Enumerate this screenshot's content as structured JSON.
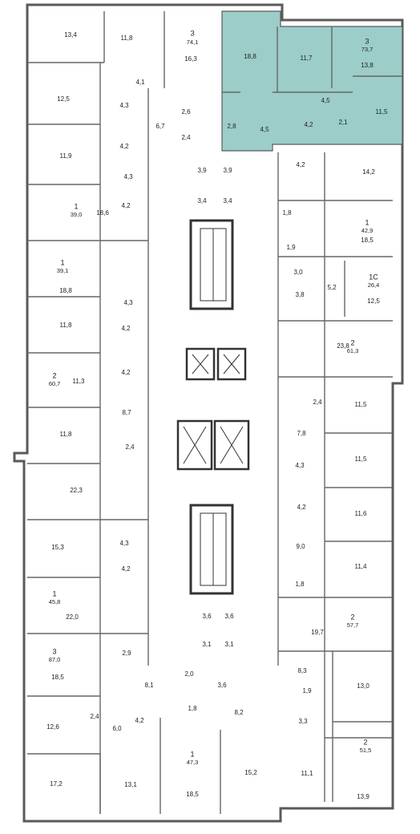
{
  "plan": {
    "highlight_color": "#9ccdc8",
    "wall_color": "#555555",
    "highlighted_apartment": {
      "rooms": "3",
      "area": "73,7"
    }
  },
  "apartments": [
    {
      "id": "a1",
      "rooms": "3",
      "area": "74,1"
    },
    {
      "id": "a2",
      "rooms": "3",
      "area": "73,7"
    },
    {
      "id": "a3",
      "rooms": "1",
      "area": "39,0"
    },
    {
      "id": "a4",
      "rooms": "1",
      "area": "42,9"
    },
    {
      "id": "a5",
      "rooms": "1",
      "area": "39,1"
    },
    {
      "id": "a6",
      "rooms": "1С",
      "area": "26,4"
    },
    {
      "id": "a7",
      "rooms": "2",
      "area": "61,3"
    },
    {
      "id": "a8",
      "rooms": "2",
      "area": "60,7"
    },
    {
      "id": "a9",
      "rooms": "1",
      "area": "45,8"
    },
    {
      "id": "a10",
      "rooms": "2",
      "area": "57,7"
    },
    {
      "id": "a11",
      "rooms": "3",
      "area": "87,0"
    },
    {
      "id": "a12",
      "rooms": "1",
      "area": "47,3"
    },
    {
      "id": "a13",
      "rooms": "2",
      "area": "51,5"
    }
  ],
  "rooms": [
    "13,4",
    "11,8",
    "16,3",
    "18,8",
    "11,7",
    "13,8",
    "4,1",
    "12,5",
    "4,3",
    "2,6",
    "4,5",
    "6,7",
    "2,8",
    "4,5",
    "4,2",
    "2,1",
    "11,5",
    "4,2",
    "2,4",
    "11,9",
    "4,3",
    "3,9",
    "3,9",
    "4,2",
    "14,2",
    "3,4",
    "3,4",
    "4,2",
    "18,6",
    "1,8",
    "18,5",
    "1,9",
    "18,8",
    "3,0",
    "5,2",
    "3,8",
    "12,5",
    "4,3",
    "11,8",
    "4,2",
    "23,8",
    "11,3",
    "4,2",
    "2,4",
    "11,5",
    "8,7",
    "11,8",
    "7,8",
    "2,4",
    "11,5",
    "4,3",
    "22,3",
    "4,2",
    "11,6",
    "15,3",
    "4,3",
    "9,0",
    "11,4",
    "4,2",
    "1,8",
    "22,0",
    "19,7",
    "3,6",
    "3,6",
    "2,9",
    "18,5",
    "3,1",
    "3,1",
    "8,3",
    "8,1",
    "2,0",
    "3,6",
    "13,0",
    "1,9",
    "2,4",
    "6,0",
    "4,2",
    "1,8",
    "8,2",
    "3,3",
    "12,6",
    "17,2",
    "13,1",
    "18,5",
    "15,2",
    "11,1",
    "13,9"
  ]
}
